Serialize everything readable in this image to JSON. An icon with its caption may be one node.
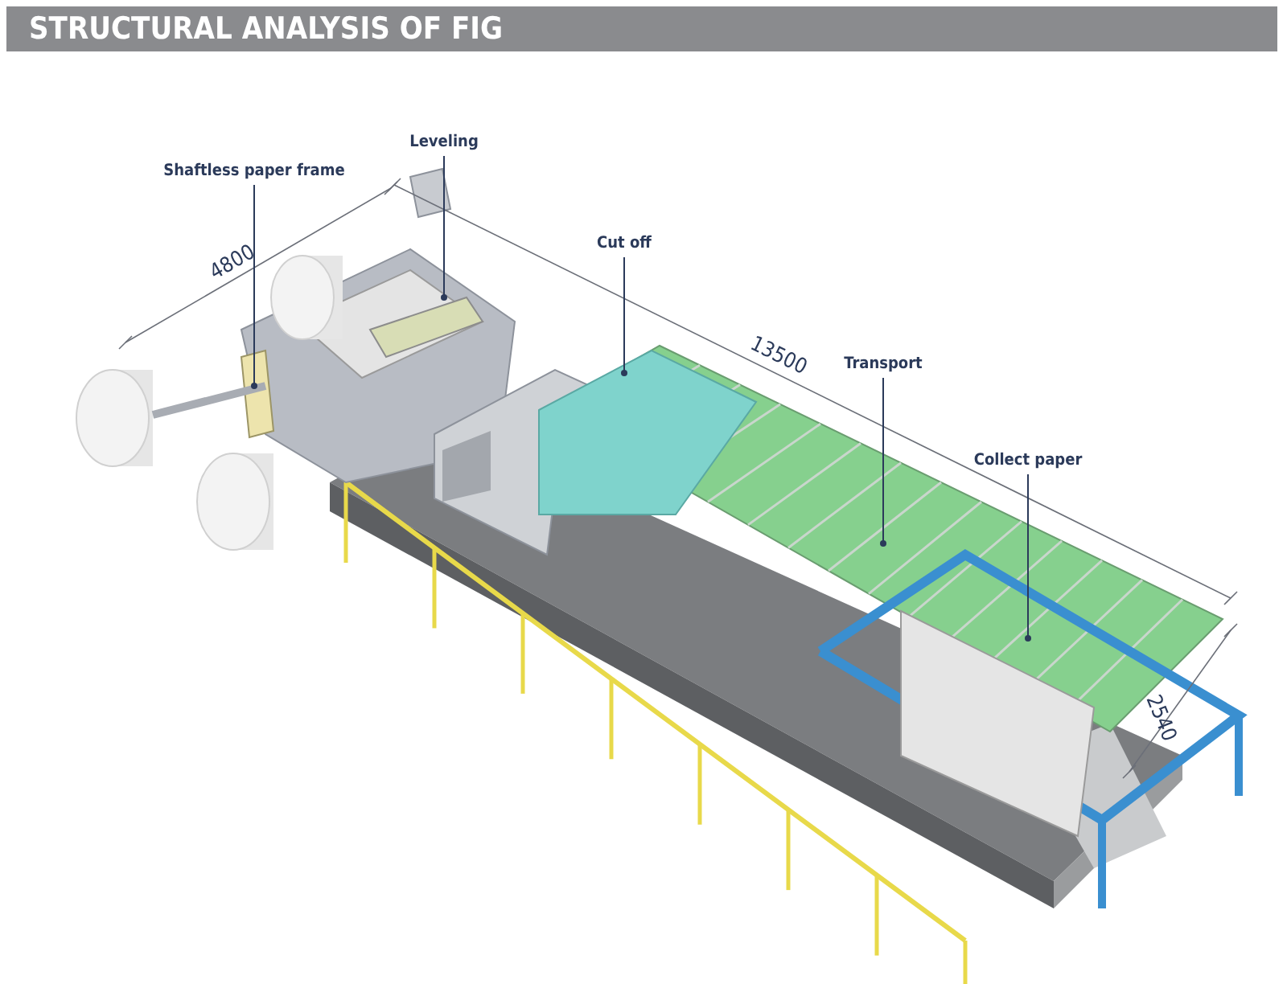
{
  "diagram": {
    "title": "STRUCTURAL ANALYSIS OF FIG",
    "nodes": [
      {
        "text": [
          "Shaftless paper frame"
        ]
      },
      {
        "text": [
          "Leveling"
        ]
      },
      {
        "text": [
          "Cut off"
        ]
      },
      {
        "text": [
          "Transport"
        ]
      },
      {
        "text": [
          "Collect paper"
        ]
      }
    ],
    "edges": [
      {
        "from": 0,
        "to": null,
        "arrow": "other"
      },
      {
        "from": 1,
        "to": null,
        "arrow": "other"
      },
      {
        "from": 2,
        "to": null,
        "arrow": "other"
      },
      {
        "from": 3,
        "to": null,
        "arrow": "other"
      },
      {
        "from": 4,
        "to": null,
        "arrow": "other"
      }
    ],
    "labels": [
      "4800",
      "13500",
      "2540"
    ]
  }
}
